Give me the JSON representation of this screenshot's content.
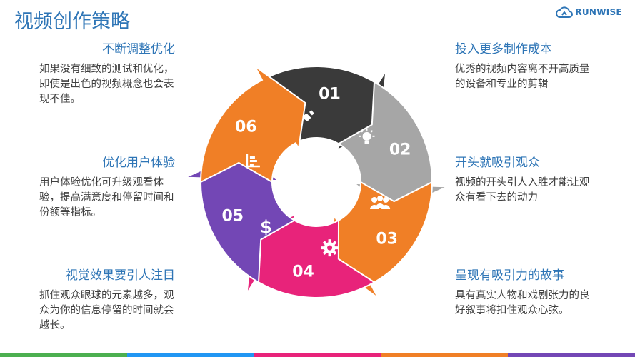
{
  "title": "视频创作策略",
  "logo": {
    "text": "RUNWISE",
    "icon": "cloud-logo-icon"
  },
  "left_items": [
    {
      "heading": "不断调整优化",
      "text": "如果没有细致的测试和优化，即使是出色的视频概念也会表现不佳。"
    },
    {
      "heading": "优化用户体验",
      "text": "用户体验优化可升级观看体验，提高满意度和停留时间和份额等指标。"
    },
    {
      "heading": "视觉效果要引人注目",
      "text": "抓住观众眼球的元素越多，观众为你的信息停留的时间就会越长。"
    }
  ],
  "right_items": [
    {
      "heading": "投入更多制作成本",
      "text": "优秀的视频内容离不开高质量的设备和专业的剪辑"
    },
    {
      "heading": "开头就吸引观众",
      "text": "视频的开头引人入胜才能让观众有看下去的动力"
    },
    {
      "heading": "呈现有吸引力的故事",
      "text": "具有真实人物和戏剧张力的良好叙事将扣住观众心弦。"
    }
  ],
  "segments": [
    {
      "number": "01",
      "color": "#3a3a3a",
      "icon": "handshake-icon"
    },
    {
      "number": "02",
      "color": "#a6a6a6",
      "icon": "lightbulb-icon"
    },
    {
      "number": "03",
      "color": "#f07f26",
      "icon": "people-icon"
    },
    {
      "number": "04",
      "color": "#e8237a",
      "icon": "gear-icon"
    },
    {
      "number": "05",
      "color": "#7347b5",
      "icon": "dollar-icon"
    },
    {
      "number": "06",
      "color": "#f07f26",
      "icon": "chart-icon"
    }
  ],
  "bottom_bar_colors": [
    "#4caf50",
    "#2196f3",
    "#e8237a",
    "#f07f26",
    "#7347b5"
  ]
}
